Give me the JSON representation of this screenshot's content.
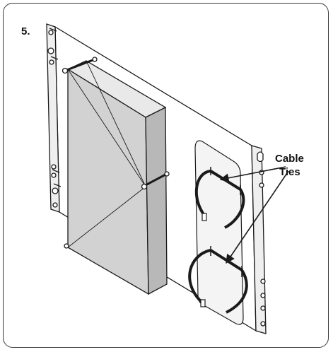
{
  "step_label": "5.",
  "callout": {
    "line1": "Cable",
    "line2": "Ties"
  },
  "icons": [
    "mounting-bracket",
    "device-box",
    "cable-loop-upper",
    "cable-loop-lower"
  ],
  "colors": {
    "stroke": "#1a1a1a",
    "box_light": "#e9e9e9",
    "box_mid": "#d2d2d2",
    "box_dark": "#b8b8b8",
    "cutout": "#f4f4f4"
  }
}
